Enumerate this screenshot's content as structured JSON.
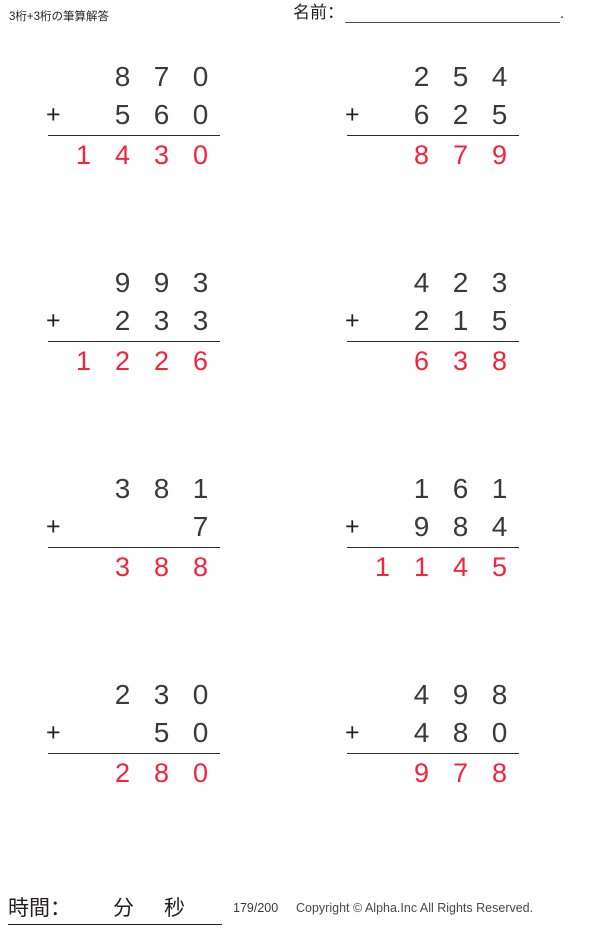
{
  "header": {
    "title": "3桁+3桁の筆算解答",
    "name_label": "名前：",
    "name_value": "",
    "name_trailing_dot": "."
  },
  "operator": "+",
  "colors": {
    "answer_red": "#f5233c",
    "digit_gray": "#3a3a3a",
    "rule_dark": "#2b2b2b"
  },
  "problems": [
    {
      "index": 1,
      "position": "row1-left",
      "addend1": "870",
      "addend2": "560",
      "answer": "1430",
      "addend1_digits": [
        "",
        "8",
        "7",
        "0"
      ],
      "addend2_digits": [
        "",
        "5",
        "6",
        "0"
      ],
      "answer_digits": [
        "1",
        "4",
        "3",
        "0"
      ]
    },
    {
      "index": 2,
      "position": "row1-right",
      "addend1": "254",
      "addend2": "625",
      "answer": "879",
      "addend1_digits": [
        "",
        "2",
        "5",
        "4"
      ],
      "addend2_digits": [
        "",
        "6",
        "2",
        "5"
      ],
      "answer_digits": [
        "",
        "8",
        "7",
        "9"
      ]
    },
    {
      "index": 3,
      "position": "row2-left",
      "addend1": "993",
      "addend2": "233",
      "answer": "1226",
      "addend1_digits": [
        "",
        "9",
        "9",
        "3"
      ],
      "addend2_digits": [
        "",
        "2",
        "3",
        "3"
      ],
      "answer_digits": [
        "1",
        "2",
        "2",
        "6"
      ]
    },
    {
      "index": 4,
      "position": "row2-right",
      "addend1": "423",
      "addend2": "215",
      "answer": "638",
      "addend1_digits": [
        "",
        "4",
        "2",
        "3"
      ],
      "addend2_digits": [
        "",
        "2",
        "1",
        "5"
      ],
      "answer_digits": [
        "",
        "6",
        "3",
        "8"
      ]
    },
    {
      "index": 5,
      "position": "row3-left",
      "addend1": "381",
      "addend2": "7",
      "answer": "388",
      "addend1_digits": [
        "",
        "3",
        "8",
        "1"
      ],
      "addend2_digits": [
        "",
        "",
        "",
        "7"
      ],
      "answer_digits": [
        "",
        "3",
        "8",
        "8"
      ]
    },
    {
      "index": 6,
      "position": "row3-right",
      "addend1": "161",
      "addend2": "984",
      "answer": "1145",
      "addend1_digits": [
        "",
        "1",
        "6",
        "1"
      ],
      "addend2_digits": [
        "",
        "9",
        "8",
        "4"
      ],
      "answer_digits": [
        "1",
        "1",
        "4",
        "5"
      ]
    },
    {
      "index": 7,
      "position": "row4-left",
      "addend1": "230",
      "addend2": "50",
      "answer": "280",
      "addend1_digits": [
        "",
        "2",
        "3",
        "0"
      ],
      "addend2_digits": [
        "",
        "",
        "5",
        "0"
      ],
      "answer_digits": [
        "",
        "2",
        "8",
        "0"
      ]
    },
    {
      "index": 8,
      "position": "row4-right",
      "addend1": "498",
      "addend2": "480",
      "answer": "978",
      "addend1_digits": [
        "",
        "4",
        "9",
        "8"
      ],
      "addend2_digits": [
        "",
        "4",
        "8",
        "0"
      ],
      "answer_digits": [
        "",
        "9",
        "7",
        "8"
      ]
    }
  ],
  "footer": {
    "time_label": "時間：",
    "minutes_unit": "分",
    "seconds_unit": "秒",
    "page_counter": "179/200",
    "copyright": "Copyright © Alpha.Inc All Rights Reserved."
  }
}
